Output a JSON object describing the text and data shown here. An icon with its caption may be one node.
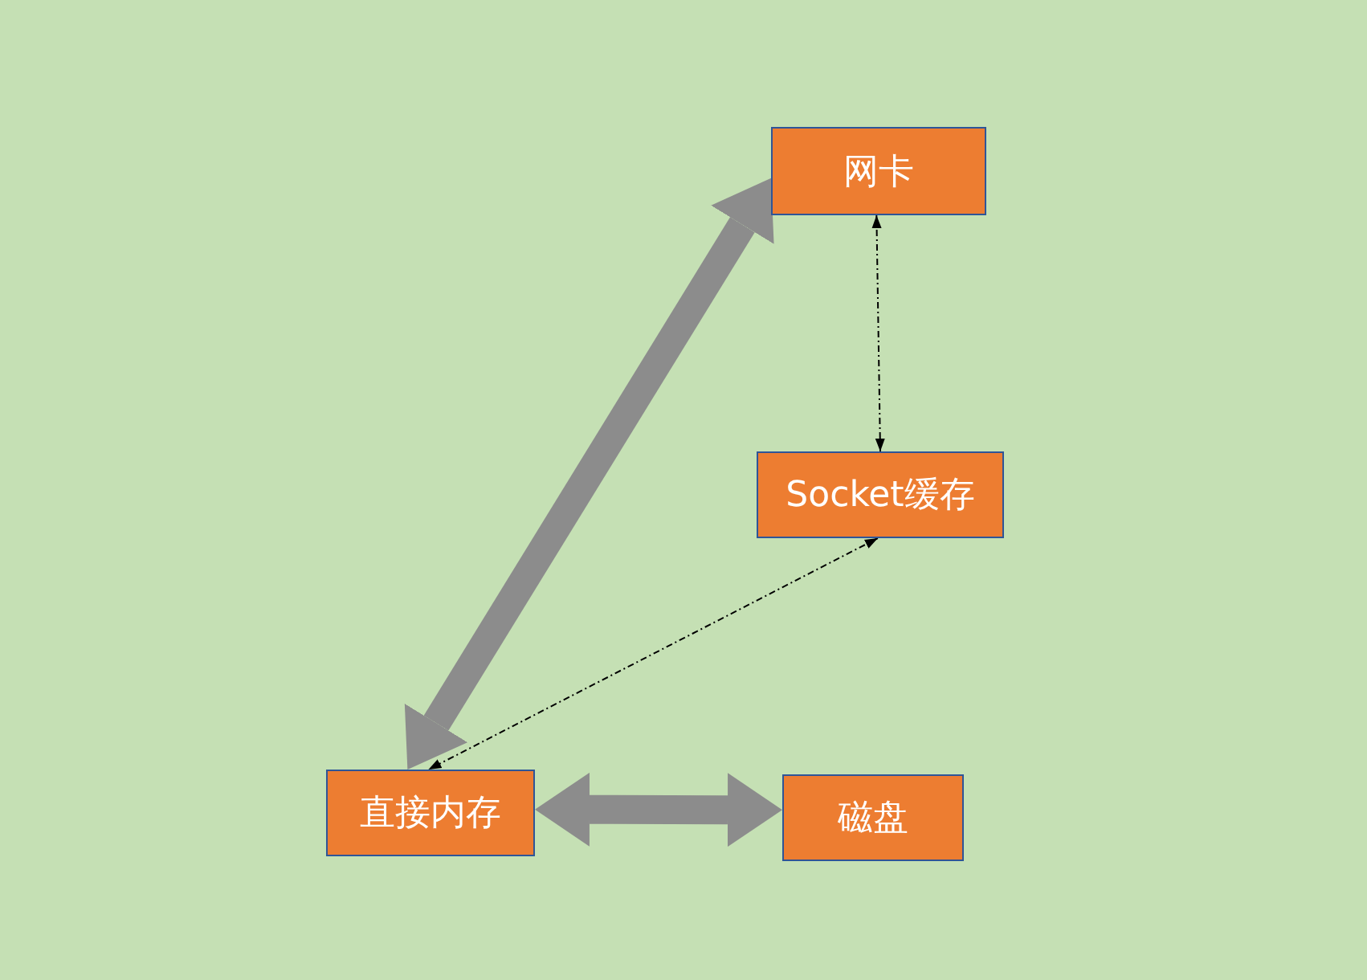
{
  "diagram": {
    "nodes": [
      {
        "text": [
          "网卡"
        ]
      },
      {
        "text": [
          "Socket缓存"
        ]
      },
      {
        "text": [
          "直接内存"
        ]
      },
      {
        "text": [
          "磁盘"
        ]
      }
    ],
    "edges": [
      {
        "from": 2,
        "to": 0,
        "arrow": "both",
        "style": "thick",
        "color": "#8c8c8c"
      },
      {
        "from": 0,
        "to": 1,
        "arrow": "both",
        "style": "dashed",
        "color": "#000000"
      },
      {
        "from": 1,
        "to": 2,
        "arrow": "both",
        "style": "dashed",
        "color": "#000000"
      },
      {
        "from": 2,
        "to": 3,
        "arrow": "both",
        "style": "thick",
        "color": "#8c8c8c"
      }
    ]
  }
}
